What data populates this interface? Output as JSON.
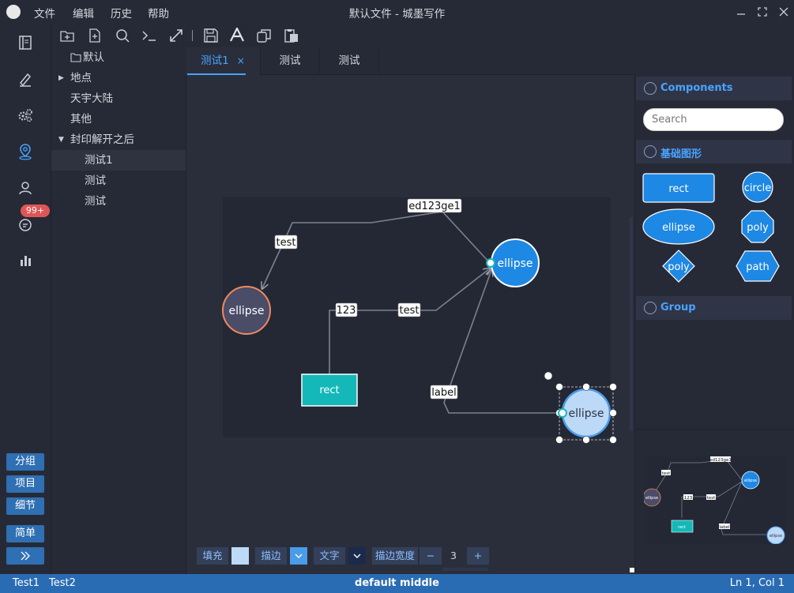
{
  "app": {
    "title": "默认文件 - 城墨写作",
    "menu": [
      "文件",
      "编辑",
      "历史",
      "帮助"
    ],
    "window_controls": [
      "minimize-icon",
      "maximize-icon",
      "close-icon"
    ]
  },
  "activity_bar": {
    "icons": [
      "book-icon",
      "pen-icon",
      "gears-icon",
      "location-icon",
      "user-icon",
      "chat-icon",
      "chart-icon"
    ],
    "badge": "99+",
    "buttons": [
      "分组",
      "项目",
      "细节",
      "简单"
    ],
    "expand_icon": "double-chevron-right-icon"
  },
  "toolbar": {
    "icons": [
      "new-folder-icon",
      "new-file-icon",
      "search-icon",
      "terminal-icon",
      "fullscreen-icon",
      "save-icon",
      "font-icon",
      "copy-icon",
      "paste-icon"
    ]
  },
  "tree": {
    "items": [
      {
        "label": "默认",
        "icon": "folder-icon",
        "level": 0
      },
      {
        "label": "地点",
        "arrow": "▶",
        "level": 0
      },
      {
        "label": "天宇大陆",
        "level": 0
      },
      {
        "label": "其他",
        "level": 0
      },
      {
        "label": "封印解开之后",
        "arrow": "▼",
        "level": 0
      },
      {
        "label": "测试1",
        "level": 1,
        "selected": true
      },
      {
        "label": "测试",
        "level": 1
      },
      {
        "label": "测试",
        "level": 1
      }
    ]
  },
  "tabs": [
    {
      "label": "测试1",
      "active": true,
      "close": "×"
    },
    {
      "label": "测试",
      "active": false
    },
    {
      "label": "测试",
      "active": false
    }
  ],
  "diagram": {
    "nodes": {
      "ellipse_blue": "ellipse",
      "ellipse_purple": "ellipse",
      "rect": "rect",
      "ellipse_selected": "ellipse"
    },
    "edge_labels": [
      "ed123ge1",
      "test",
      "123",
      "test",
      "label"
    ],
    "colors": {
      "blue": "#1e88e5",
      "purple": "#4a4c68",
      "purple_stroke": "#f08a5d",
      "teal": "#14b8b8",
      "selected": "#bcd9f7"
    }
  },
  "bottom_controls": {
    "fill": "填充",
    "stroke": "描边",
    "text": "文字",
    "stroke_width": "描边宽度",
    "minus": "−",
    "value": "3",
    "plus": "+"
  },
  "right_panel": {
    "components_title": "Components",
    "search_placeholder": "Search",
    "basic_title": "基础图形",
    "shapes": [
      "rect",
      "circle",
      "ellipse",
      "poly",
      "poly",
      "path"
    ],
    "group_title": "Group"
  },
  "minimap": {
    "labels": [
      "ed123ge1",
      "test",
      "123",
      "test",
      "label"
    ],
    "nodes": [
      "ellipse",
      "ellipse",
      "rect",
      "ellipse"
    ]
  },
  "status": {
    "left1": "Test1",
    "left2": "Test2",
    "center": "default middle",
    "right": "Ln 1, Col 1"
  }
}
